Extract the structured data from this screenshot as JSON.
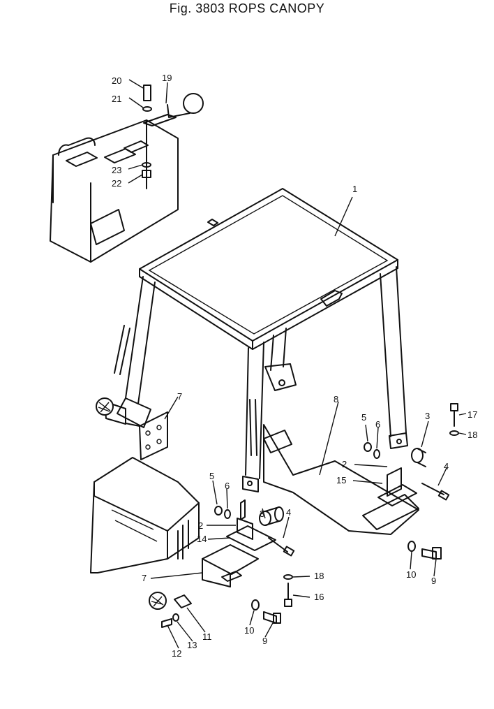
{
  "figure": {
    "title": "Fig. 3803 ROPS CANOPY"
  },
  "callouts": {
    "c1": "1",
    "c2a": "2",
    "c2b": "2",
    "c3a": "3",
    "c3b": "3",
    "c4a": "4",
    "c4b": "4",
    "c5a": "5",
    "c5b": "5",
    "c6a": "6",
    "c6b": "6",
    "c7a": "7",
    "c7b": "7",
    "c8": "8",
    "c9a": "9",
    "c9b": "9",
    "c10a": "10",
    "c10b": "10",
    "c11": "11",
    "c12": "12",
    "c13": "13",
    "c14": "14",
    "c15": "15",
    "c16": "16",
    "c17": "17",
    "c18a": "18",
    "c18b": "18",
    "c19": "19",
    "c20": "20",
    "c21": "21",
    "c22": "22",
    "c23": "23"
  }
}
